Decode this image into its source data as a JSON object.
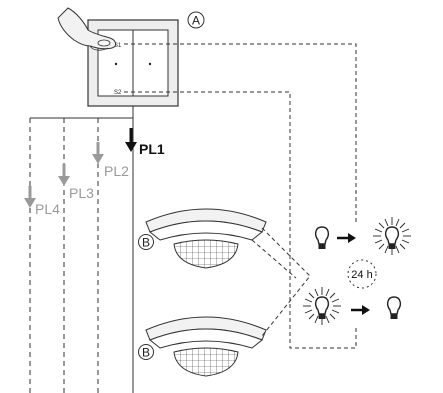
{
  "switch": {
    "label": "A",
    "terminal_top": "S1",
    "terminal_bottom": "S2"
  },
  "pushbuttons": [
    "PL1",
    "PL2",
    "PL3",
    "PL4"
  ],
  "detectors": [
    {
      "label": "B"
    },
    {
      "label": "B"
    }
  ],
  "timer_label": "24 h",
  "icons": [
    "hand-icon",
    "lamp-off-icon",
    "lamp-on-icon",
    "arrow-right-icon"
  ],
  "colors": {
    "line": "#222222",
    "muted": "#9a9a9a",
    "switch_fill": "#eeeeee"
  }
}
